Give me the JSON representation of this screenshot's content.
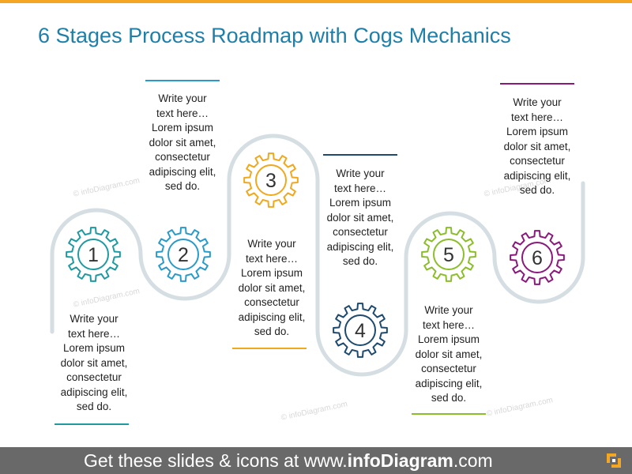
{
  "title": "6 Stages Process Roadmap with Cogs Mechanics",
  "colors": {
    "accent_top": "#f5a623",
    "title": "#1f7fa8",
    "path": "#d5dee3",
    "footer_bg": "#696969"
  },
  "stages": [
    {
      "number": "1",
      "color": "#1f9aa0",
      "lines": [
        "Write your",
        "text here…",
        "Lorem ipsum",
        "dolor sit amet,",
        "consectetur",
        "adipiscing elit,",
        "sed do."
      ]
    },
    {
      "number": "2",
      "color": "#2a9bc9",
      "lines": [
        "Write your",
        "text here…",
        "Lorem ipsum",
        "dolor sit amet,",
        "consectetur",
        "adipiscing elit,",
        "sed do."
      ]
    },
    {
      "number": "3",
      "color": "#f0a81c",
      "lines": [
        "Write your",
        "text here…",
        "Lorem ipsum",
        "dolor sit amet,",
        "consectetur",
        "adipiscing elit,",
        "sed do."
      ]
    },
    {
      "number": "4",
      "color": "#1e4a6e",
      "lines": [
        "Write your",
        "text here…",
        "Lorem ipsum",
        "dolor sit amet,",
        "consectetur",
        "adipiscing elit,",
        "sed do."
      ]
    },
    {
      "number": "5",
      "color": "#8cbd2a",
      "lines": [
        "Write your",
        "text here…",
        "Lorem ipsum",
        "dolor sit amet,",
        "consectetur",
        "adipiscing elit,",
        "sed do."
      ]
    },
    {
      "number": "6",
      "color": "#8a1a7a",
      "lines": [
        "Write your",
        "text here…",
        "Lorem ipsum",
        "dolor sit amet,",
        "consectetur",
        "adipiscing elit,",
        "sed do."
      ]
    }
  ],
  "watermark": "© infoDiagram.com",
  "footer": {
    "prefix": "Get these slides & icons at www.",
    "brand": "infoDiagram",
    "suffix": ".com"
  }
}
